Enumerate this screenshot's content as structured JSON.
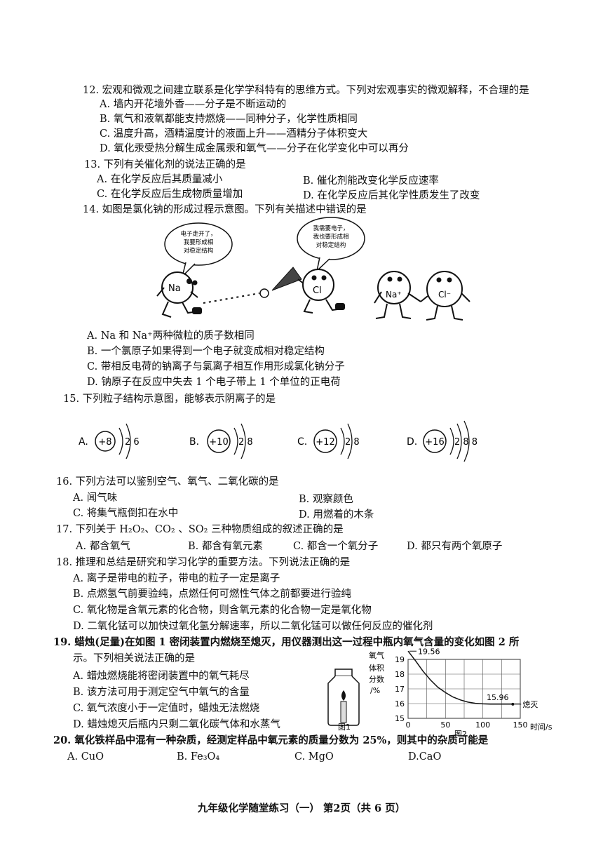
{
  "q12": {
    "stem": "12. 宏观和微观之间建立联系是化学学科特有的思维方式。下列对宏观事实的微观解释，不合理的是",
    "A": "A. 墙内开花墙外香——分子是不断运动的",
    "B": "B. 氧气和液氧都能支持燃烧——同种分子，化学性质相同",
    "C": "C. 温度升高，酒精温度计的液面上升——酒精分子体积变大",
    "D": "D. 氧化汞受热分解生成金属汞和氧气——分子在化学变化中可以再分"
  },
  "q13": {
    "stem": "13. 下列有关催化剂的说法正确的是",
    "A": "A. 在化学反应后其质量减小",
    "B": "B. 催化剂能改变化学反应速率",
    "C": "C. 在化学反应后生成物质量增加",
    "D": "D. 在化学反应后其化学性质发生了改变"
  },
  "q14": {
    "stem": "14. 如图是氯化钠的形成过程示意图。下列有关描述中错误的是",
    "bubble1": [
      "电子走开了，",
      "我要形成相",
      "对稳定结构"
    ],
    "bubble2": [
      "我需要电子，",
      "我也要形成相",
      "对稳定结构"
    ],
    "na_label": "Na",
    "cl_label": "Cl",
    "na_ion_label": "Na⁺",
    "cl_ion_label": "Cl⁻",
    "A": "A.   Na 和 Na⁺两种微粒的质子数相同",
    "B": "B. 一个氯原子如果得到一个电子就变成相对稳定结构",
    "C": "C. 带相反电荷的钠离子与氯离子相互作用形成氯化钠分子",
    "D": "D. 钠原子在反应中失去 1 个电子带上 1 个单位的正电荷"
  },
  "q15": {
    "stem": "15. 下列粒子结构示意图，能够表示阴离子的是",
    "options": [
      {
        "letter": "A.",
        "nucleus": "+8",
        "shells": "2 6"
      },
      {
        "letter": "B.",
        "nucleus": "+10",
        "shells": "2 8"
      },
      {
        "letter": "C.",
        "nucleus": "+12",
        "shells": "2 8"
      },
      {
        "letter": "D.",
        "nucleus": "+16",
        "shells": "2 8 8"
      }
    ]
  },
  "q16": {
    "stem": "16. 下列方法可以鉴别空气、氧气、二氧化碳的是",
    "A": "A. 闻气味",
    "B": "B. 观察颜色",
    "C": "C. 将集气瓶倒扣在水中",
    "D": "D. 用燃着的木条"
  },
  "q17": {
    "stem": "17. 下列关于 H₂O₂、CO₂ 、SO₂ 三种物质组成的叙述正确的是",
    "A": "A. 都含氧气",
    "B": "B. 都含有氧元素",
    "C": "C. 都含一个氧分子",
    "D": "D. 都只有两个氧原子"
  },
  "q18": {
    "stem": "18. 推理和总结是研究和学习化学的重要方法。下列说法正确的是",
    "A": "A. 离子是带电的粒子，带电的粒子一定是离子",
    "B": "B. 点燃氢气前要验纯，点燃任何可燃性气体之前都要进行验纯",
    "C": "C. 氧化物是含氧元素的化合物，则含氧元素的化合物一定是氧化物",
    "D": "D. 二氧化锰可以加快过氧化氢分解速率，所以二氧化锰可以做任何反应的催化剂"
  },
  "q19": {
    "stem1": "19. 蜡烛(足量)在如图 1 密闭装置内燃烧至熄灭，用仪器测出这一过程中瓶内氧气含量的变化如图 2 所",
    "stem2": "示。下列相关说法正确的是",
    "A": "A. 蜡烛燃烧能将密闭装置中的氧气耗尽",
    "B": "B. 该方法可用于测定空气中氧气的含量",
    "C": "C. 氧气浓度小于一定值时，蜡烛无法燃烧",
    "D": "D. 蜡烛熄灭后瓶内只剩二氧化碳气体和水蒸气",
    "fig1_label": "图1",
    "fig2_label": "图2"
  },
  "q20": {
    "stem": "20. 氧化铁样品中混有一种杂质，经测定样品中氧元素的质量分数为 25%，则其中的杂质可能是",
    "A": "A. CuO",
    "B": "B. Fe₃O₄",
    "C": "C. MgO",
    "D": "D.CaO"
  },
  "footer": "九年级化学随堂练习（一）  第2页（共 6 页）",
  "chart_data": {
    "type": "line",
    "title": "",
    "ylabel": "氧气体积分数/%",
    "xlabel": "时间/s",
    "ylim": [
      15,
      19
    ],
    "xlim": [
      0,
      150
    ],
    "yticks": [
      15,
      16,
      17,
      18,
      19
    ],
    "xticks": [
      0,
      50,
      100,
      150
    ],
    "grid": true,
    "series": [
      {
        "x": [
          0,
          10,
          20,
          30,
          40,
          50,
          60,
          70,
          80,
          90,
          100,
          110,
          120,
          130,
          140
        ],
        "y": [
          19.56,
          18.9,
          18.2,
          17.6,
          17.1,
          16.75,
          16.45,
          16.25,
          16.1,
          16.02,
          15.98,
          15.96,
          15.96,
          15.96,
          15.96
        ]
      }
    ],
    "annotations": [
      {
        "text": "19.56",
        "x": 0,
        "y": 19.56
      },
      {
        "text": "15.96",
        "x": 120,
        "y": 15.96
      },
      {
        "text": "熄灭",
        "x": 140,
        "y": 15.96
      }
    ]
  }
}
